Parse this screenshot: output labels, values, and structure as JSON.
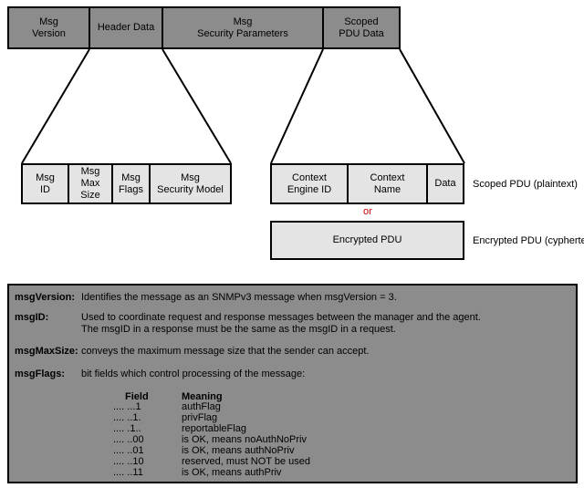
{
  "top_fields": [
    "Msg\nVersion",
    "Header Data",
    "Msg\nSecurity Parameters",
    "Scoped\nPDU Data"
  ],
  "header_fields": [
    "Msg\nID",
    "Msg\nMax\nSize",
    "Msg\nFlags",
    "Msg\nSecurity Model"
  ],
  "scoped_fields": [
    "Context\nEngine ID",
    "Context\nName",
    "Data"
  ],
  "scoped_label": "Scoped PDU (plaintext)",
  "or_label": "or",
  "encrypted_box": "Encrypted PDU",
  "encrypted_label": "Encrypted PDU (cyphertex",
  "definitions": [
    {
      "term": "msgVersion:",
      "text": "Identifies the message as an SNMPv3 message when msgVersion = 3."
    },
    {
      "term": "msgID:",
      "text": "Used to coordinate request and response messages between the manager and the agent.\nThe msgID in a response must be the same as the msgID in a request."
    },
    {
      "term": "msgMaxSize:",
      "text": "conveys the maximum message size that the sender can accept."
    },
    {
      "term": "msgFlags:",
      "text": "bit fields which control processing of the message:"
    }
  ],
  "flags_table": {
    "headers": [
      "Field",
      "Meaning"
    ],
    "rows": [
      [
        ".... ...1",
        "authFlag"
      ],
      [
        ".... ..1.",
        "privFlag"
      ],
      [
        ".... .1..",
        "reportableFlag"
      ],
      [
        ".... ..00",
        "is OK, means noAuthNoPriv"
      ],
      [
        ".... ..01",
        "is OK, means authNoPriv"
      ],
      [
        ".... ..10",
        "reserved, must NOT be used"
      ],
      [
        ".... ..11",
        "is OK, means authPriv"
      ]
    ]
  }
}
